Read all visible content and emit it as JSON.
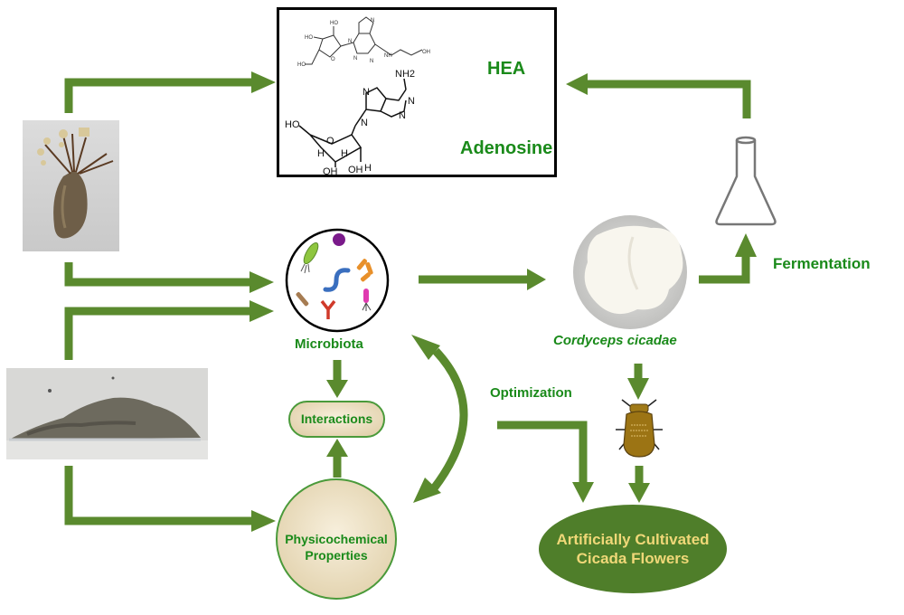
{
  "compounds": {
    "hea_label": "HEA",
    "adenosine_label": "Adenosine",
    "hea_atoms": {
      "ho1": "HO",
      "ho2": "HO",
      "ho3": "HO",
      "nh": "NH",
      "oh": "OH",
      "n1": "N",
      "n2": "N",
      "n3": "N",
      "n4": "N",
      "o": "O"
    },
    "adenosine_atoms": {
      "nh2": "NH2",
      "ho": "HO",
      "o": "O",
      "h1": "H",
      "h2": "H",
      "h3": "H",
      "oh1": "OH",
      "oh2": "OH",
      "n1": "N",
      "n2": "N",
      "n3": "N",
      "n4": "N"
    }
  },
  "nodes": {
    "microbiota": "Microbiota",
    "interactions": "Interactions",
    "physicochemical_line1": "Physicochemical",
    "physicochemical_line2": "Properties",
    "cordyceps": "Cordyceps cicadae",
    "fermentation": "Fermentation",
    "optimization": "Optimization",
    "cultivated_line1": "Artificially Cultivated",
    "cultivated_line2": "Cicada Flowers"
  },
  "images": {
    "cicada_flower_photo": "cicada-flower-specimen",
    "soil_photo": "soil-sample",
    "petri_dish": "cordyceps-culture-dish",
    "flask": "erlenmeyer-flask-icon",
    "cicada": "cicada-icon"
  },
  "colors": {
    "arrow_green": "#5a8a2e",
    "label_green": "#1a8a1a",
    "ellipse_fill": "#4f7e2a",
    "ellipse_text": "#f0d878",
    "node_fill": "#efe3c8"
  }
}
